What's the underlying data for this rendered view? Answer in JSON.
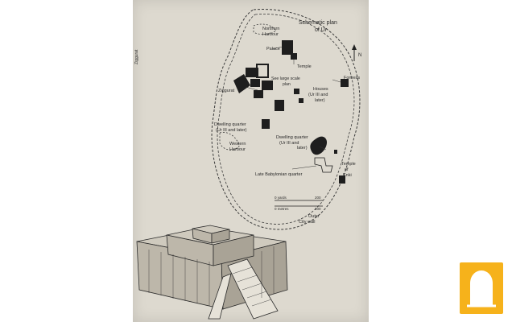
{
  "map": {
    "title_line1": "Schematic plan",
    "title_line2": "of Ur",
    "north_label": "N",
    "labels": {
      "northern_harbour_1": "Northern",
      "northern_harbour_2": "Harbour",
      "palace": "Palace",
      "temple": "Temple",
      "fortress": "Fortress",
      "see_plan_1": "See large scale",
      "see_plan_2": "plan",
      "ziggurat": "Ziggurat",
      "houses_1": "Houses",
      "houses_2": "(Ur III and",
      "houses_3": "later)",
      "dwelling_w_1": "Dwelling quarter",
      "dwelling_w_2": "(Ur III and later)",
      "western_harbour_1": "Western",
      "western_harbour_2": "Harbour",
      "dwelling_e_1": "Dwelling quarter",
      "dwelling_e_2": "(Ur III and",
      "dwelling_e_3": "later)",
      "temple_enki_1": "Temple",
      "temple_enki_2": "of",
      "temple_enki_3": "Enki",
      "late_babylonian": "Late Babylonian quarter",
      "outer_wall_1": "Outer",
      "outer_wall_2": "City wall"
    },
    "scale": {
      "yards_label": "0  yards",
      "yards_max": "200",
      "metres_label": "0  metres",
      "metres_max": "200"
    },
    "margin_text": "Ziggurat"
  },
  "badge": {
    "icon": "keyhole-arch-icon",
    "color": "#f6b21b"
  }
}
